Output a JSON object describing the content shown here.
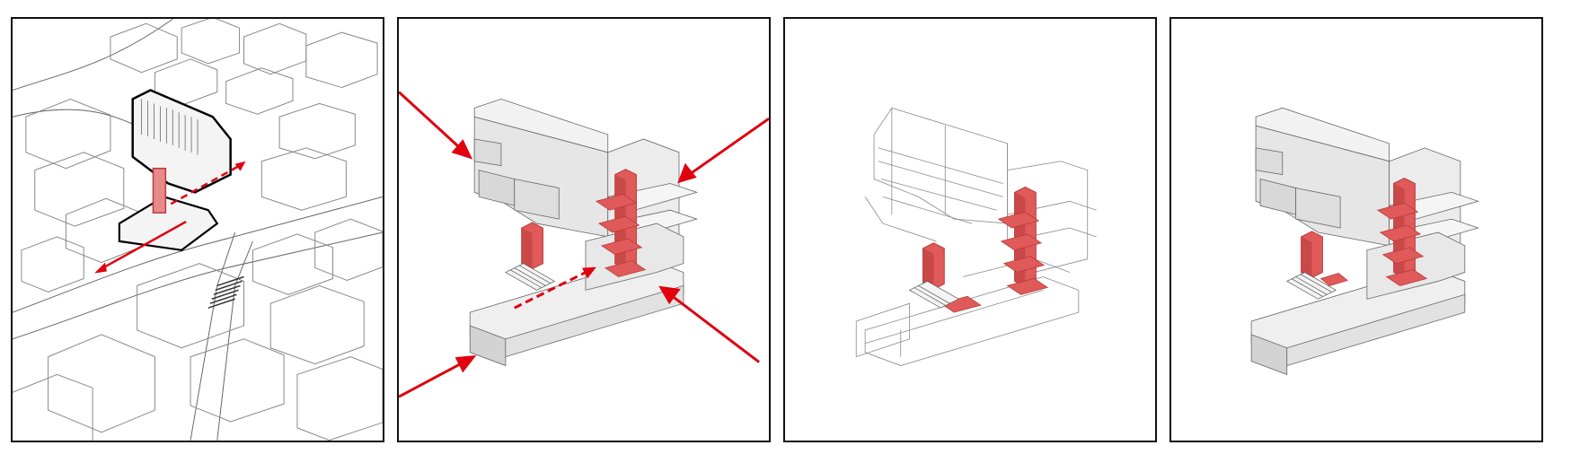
{
  "figure": {
    "panel_count": 4,
    "panels": [
      {
        "id": "site-context",
        "content": "site-axonometric"
      },
      {
        "id": "access-arrows",
        "content": "massing-with-access-arrows"
      },
      {
        "id": "wireframe",
        "content": "wireframe-massing"
      },
      {
        "id": "solid-massing",
        "content": "solid-massing"
      }
    ]
  },
  "colors": {
    "accent_red": "#e0000f",
    "volume_red": "#e05a5a",
    "volume_red_dark": "#b83a3a",
    "mass_light": "#efefef",
    "mass_mid": "#e2e2e2",
    "mass_dark": "#d3d3d3",
    "line": "#555555",
    "frame": "#111111"
  }
}
